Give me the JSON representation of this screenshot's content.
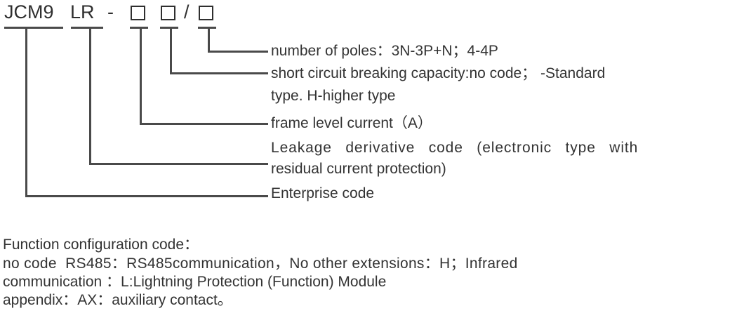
{
  "diagram": {
    "title_code": {
      "brand": "JCM9",
      "series": "LR",
      "dash": "-",
      "slash": "/",
      "box_placeholder": "",
      "boxes": [
        "",
        "",
        ""
      ]
    },
    "callouts": [
      {
        "id": "number-of-poles",
        "text": "number of poles：3N-3P+N；4-4P"
      },
      {
        "id": "short-circuit-breaking-capacity",
        "line1": "short circuit breaking capacity:no code； -Standard",
        "line2": "type. H-higher type"
      },
      {
        "id": "frame-level-current",
        "text": "frame level current（A）"
      },
      {
        "id": "leakage-derivative-code",
        "line1": "Leakage  derivative  code  (electronic  type  with",
        "line2": "residual current protection)"
      },
      {
        "id": "enterprise-code",
        "text": "Enterprise code"
      }
    ]
  },
  "notes": {
    "line1": "Function configuration code：",
    "line2": "no code  RS485：RS485communication，No other extensions：H；Infrared",
    "line3": "communication ：L:Lightning Protection (Function) Module",
    "line4": "appendix：AX：auxiliary contact。"
  },
  "colors": {
    "text": "#333333",
    "line": "#4a4a4a",
    "background": "#ffffff"
  }
}
